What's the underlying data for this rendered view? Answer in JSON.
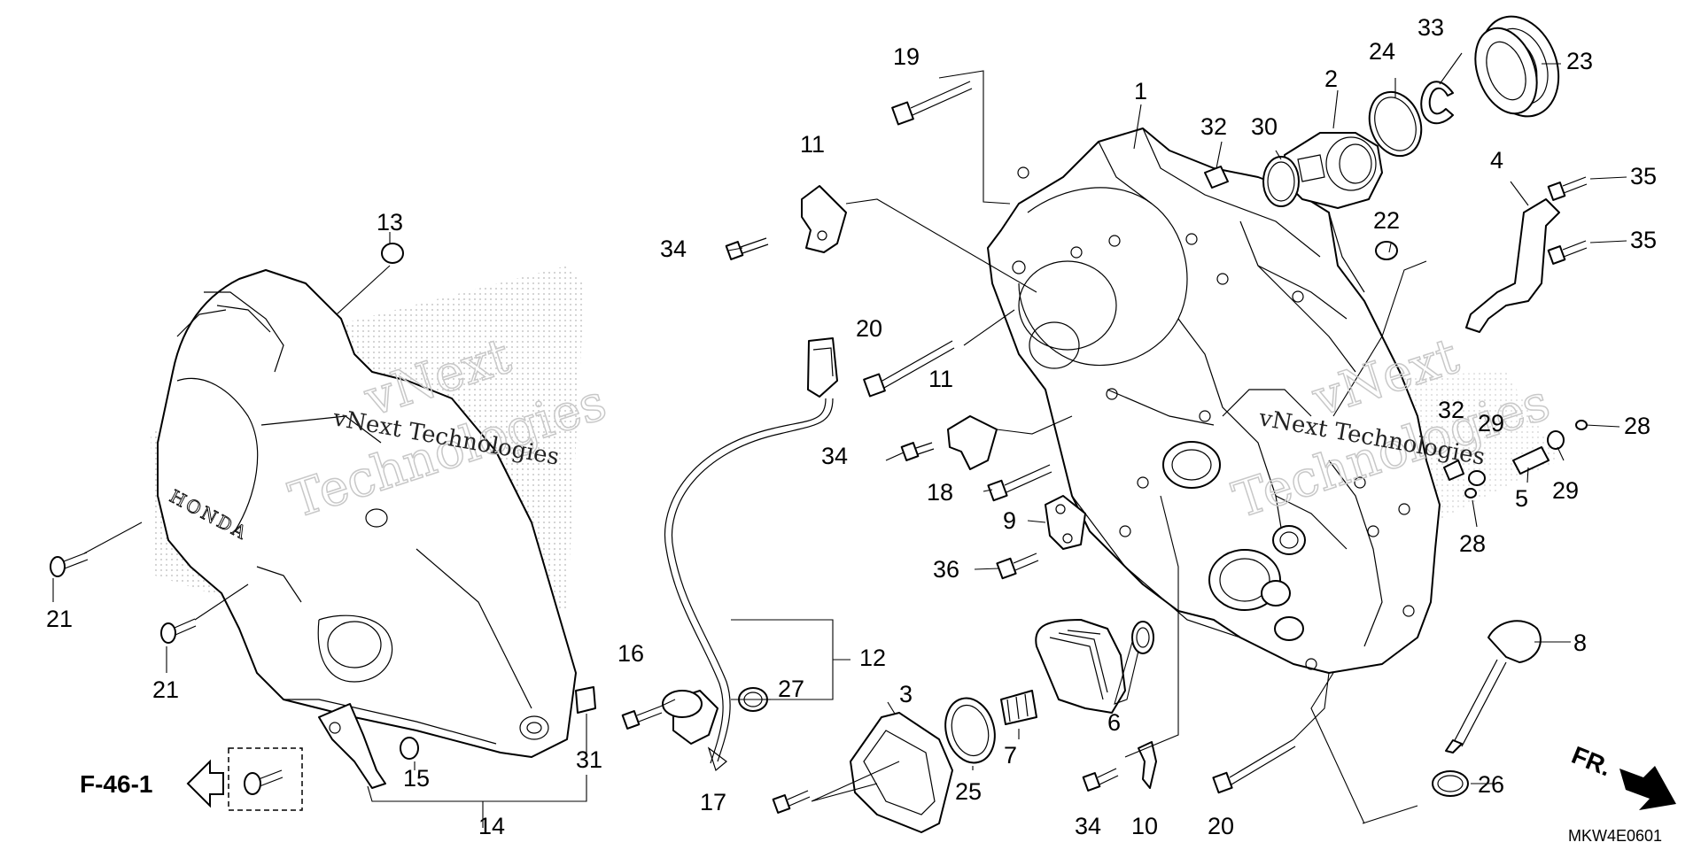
{
  "diagram_code": "MKW4E0601",
  "reference": {
    "label": "F-46-1"
  },
  "direction": {
    "label": "FR."
  },
  "watermark": {
    "line1": "vNext",
    "line2": "Technologies",
    "small": "vNext Technologies"
  },
  "cover_emblem": "HONDA",
  "callouts": {
    "c1": "1",
    "c2": "2",
    "c3": "3",
    "c4": "4",
    "c5": "5",
    "c6": "6",
    "c7": "7",
    "c8": "8",
    "c9": "9",
    "c10": "10",
    "c11a": "11",
    "c11b": "11",
    "c12": "12",
    "c13": "13",
    "c14": "14",
    "c15": "15",
    "c16": "16",
    "c17": "17",
    "c18": "18",
    "c19": "19",
    "c20a": "20",
    "c20b": "20",
    "c21a": "21",
    "c21b": "21",
    "c22": "22",
    "c23": "23",
    "c24": "24",
    "c25": "25",
    "c26": "26",
    "c27": "27",
    "c28a": "28",
    "c28b": "28",
    "c29a": "29",
    "c29b": "29",
    "c30": "30",
    "c31": "31",
    "c32a": "32",
    "c32b": "32",
    "c33": "33",
    "c34a": "34",
    "c34b": "34",
    "c34c": "34",
    "c35a": "35",
    "c35b": "35",
    "c36": "36"
  }
}
